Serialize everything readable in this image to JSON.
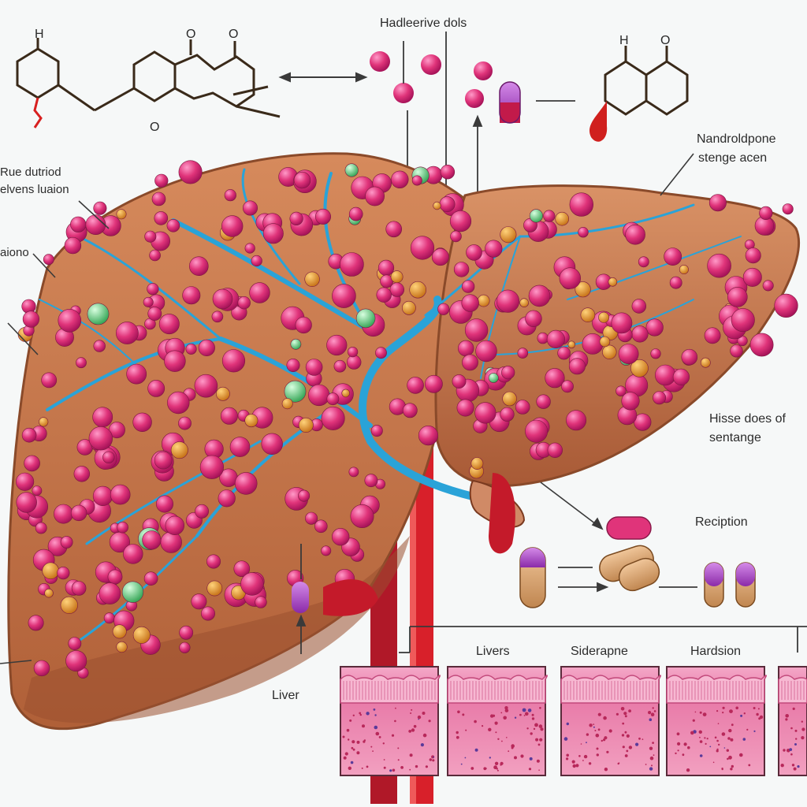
{
  "labels": {
    "top_center": "Hadleerive dols",
    "top_right_line1": "Nandroldpone",
    "top_right_line2": "stenge acen",
    "left_line1": "Rue dutriod",
    "left_line2": "elvens luaion",
    "left_mid": "aiono",
    "right_mid_line1": "Hisse does of",
    "right_mid_line2": "sentange",
    "reciption": "Reciption",
    "liver": "Liver",
    "panel_1": "Livers",
    "panel_2": "Siderapne",
    "panel_3": "Hardsion",
    "mol_left_h": "H",
    "mol_left_o1": "O",
    "mol_left_o2": "O",
    "mol_left_o3": "O",
    "mol_right_h": "H",
    "mol_right_o": "O"
  },
  "colors": {
    "liver": "#c87a4e",
    "liver_dark": "#a85a38",
    "nodule": "#e0347a",
    "nodule_orange": "#e89a2a",
    "nodule_green": "#6fd08a",
    "vessel_blue": "#2aa3d8",
    "vessel_red": "#d8202a",
    "tissue": "#e87aa8",
    "capsule": "#a23cc8"
  }
}
